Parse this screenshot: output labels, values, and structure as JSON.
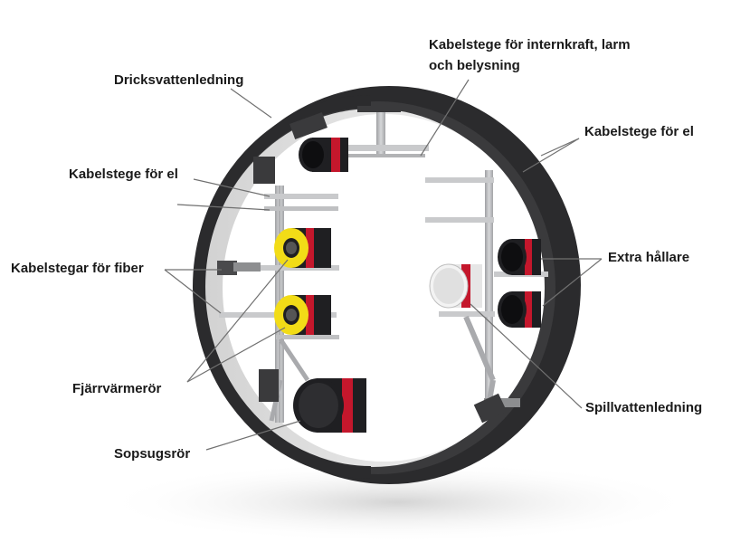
{
  "labels": {
    "dricksvatten": "Dricksvattenledning",
    "internkraft_line1": "Kabelstege för internkraft, larm",
    "internkraft_line2": "och belysning",
    "kabelstege_el_right": "Kabelstege för el",
    "kabelstege_el_left": "Kabelstege för el",
    "fiber": "Kabelstegar för fiber",
    "extra_hallare": "Extra hållare",
    "fjarrvarme": "Fjärrvärmerör",
    "spillvatten": "Spillvattenledning",
    "sopsug": "Sopsugsrör"
  },
  "colors": {
    "ring": "#2b2b2d",
    "ring_inner_face": "#e9e9e9",
    "pipe_dark": "#1f1f22",
    "pipe_red_band": "#c4172c",
    "pipe_yellow": "#f2dc17",
    "pipe_white": "#f3f3f3",
    "steel": "#b8b9bb",
    "leader_line": "#707070"
  }
}
